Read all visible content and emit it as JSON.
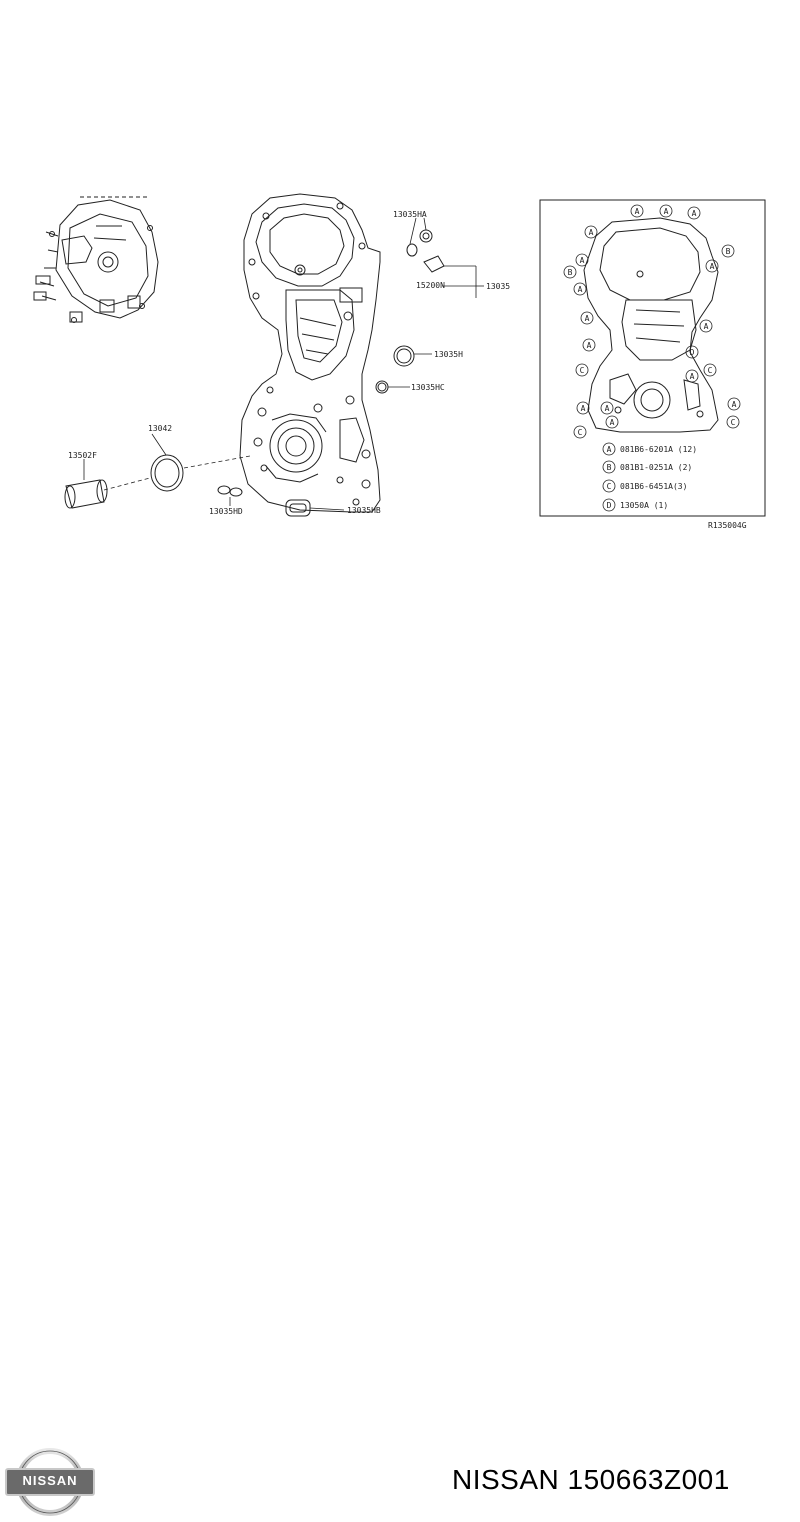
{
  "diagram": {
    "labels": {
      "p13035HA": "13035HA",
      "p15200N": "15200N",
      "p13035": "13035",
      "p13035H": "13035H",
      "p13035HC": "13035HC",
      "p13042": "13042",
      "p13502F": "13502F",
      "p13035HD": "13035HD",
      "p13035HB": "13035HB",
      "ref": "R135004G"
    },
    "callouts": {
      "a": "A",
      "b": "B",
      "c": "C",
      "d": "D"
    },
    "legend": [
      {
        "letter": "A",
        "text": "081B6-6201A (12)"
      },
      {
        "letter": "B",
        "text": "081B1-0251A (2)"
      },
      {
        "letter": "C",
        "text": "081B6-6451A(3)"
      },
      {
        "letter": "D",
        "text": "13050A (1)"
      }
    ]
  },
  "footer": {
    "logo_text": "NISSAN",
    "part_text": "NISSAN 150663Z001"
  }
}
